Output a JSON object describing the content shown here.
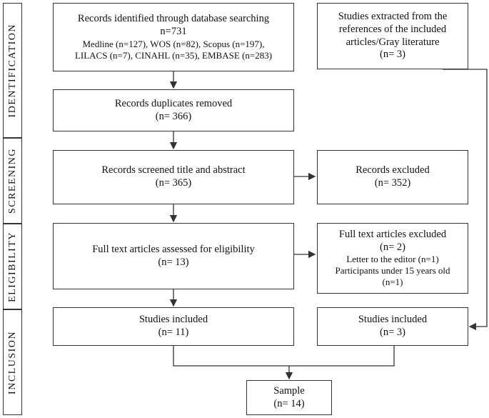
{
  "phases": [
    "IDENTIFICATION",
    "SCREENING",
    "ELIGIBILITY",
    "INCLUSION"
  ],
  "boxes": {
    "database": {
      "title": "Records identified through database searching",
      "count": "n=731",
      "line1": "Medline (n=127), WOS (n=82), Scopus (n=197),",
      "line2": "LILACS (n=7), CINAHL (n=35), EMBASE (n=283)"
    },
    "references": {
      "line1": "Studies extracted from the",
      "line2": "references of the included",
      "line3": "articles/Gray literature",
      "count": "(n= 3)"
    },
    "duplicates": {
      "title": "Records duplicates removed",
      "count": "(n= 366)"
    },
    "screened": {
      "title": "Records screened title and abstract",
      "count": "(n= 365)"
    },
    "excluded": {
      "title": "Records excluded",
      "count": "(n= 352)"
    },
    "fulltext": {
      "title": "Full text articles assessed for eligibility",
      "count": "(n= 13)"
    },
    "fulltext_excluded": {
      "title": "Full text articles excluded",
      "count": "(n= 2)",
      "reason1": "Letter to the editor (n=1)",
      "reason2": "Participants under 15 years old",
      "reason2_count": "(n=1)"
    },
    "included_left": {
      "title": "Studies included",
      "count": "(n= 11)"
    },
    "included_right": {
      "title": "Studies included",
      "count": "(n= 3)"
    },
    "sample": {
      "title": "Sample",
      "count": "(n= 14)"
    }
  }
}
